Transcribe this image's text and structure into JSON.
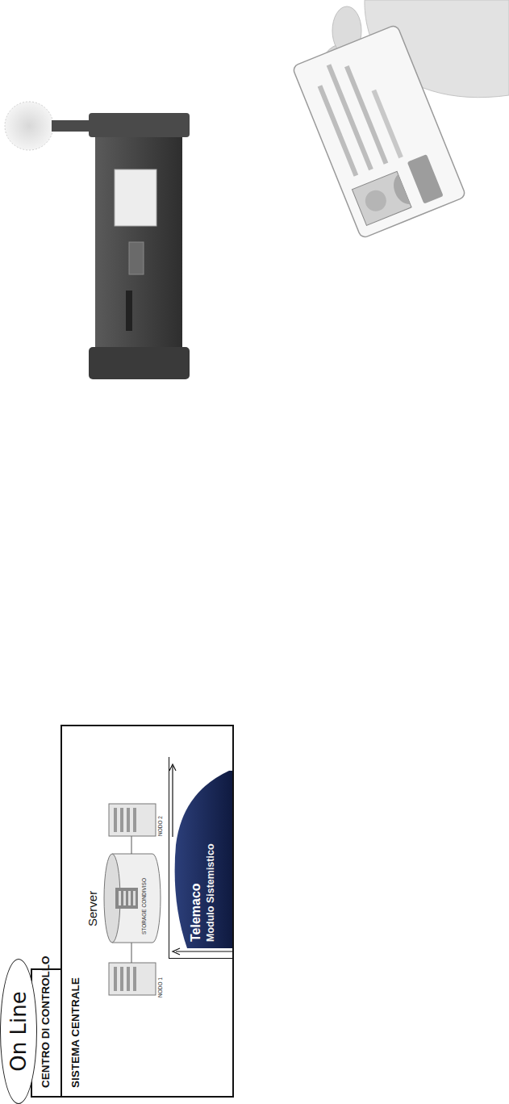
{
  "diagram": {
    "nodes": [
      {
        "text": [
          "CENTRO DI CONTROLLO"
        ]
      },
      {
        "text": [
          "SISTEMA CENTRALE"
        ]
      },
      {
        "text": [
          "Telemaco",
          "Modulo Sistemistico"
        ],
        "in": 1
      },
      {
        "text": []
      }
    ],
    "edges": [
      {
        "from": 1,
        "to": 3,
        "label": "On Line",
        "arrow": "both"
      }
    ],
    "labels": [
      "Server",
      "NODO 1",
      "STORAGE CONDIVISO",
      "NODO 2"
    ]
  }
}
